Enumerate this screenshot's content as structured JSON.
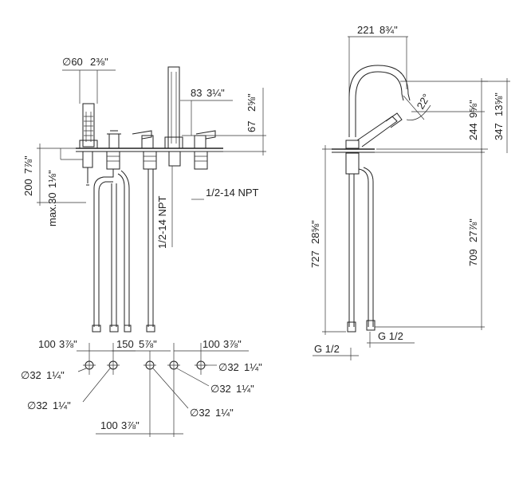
{
  "figure": {
    "front_view": {
      "dimensions": {
        "diameter_60": "∅60",
        "diameter_60_in": "2⅜\"",
        "d83": "83",
        "d83_in": "3¼\"",
        "d67": "67",
        "d67_in": "2⅝\"",
        "d200": "200",
        "d200_in": "7⅞\"",
        "max30": "max.30",
        "max30_in": "1⅛\"",
        "npt_vertical": "1/2-14 NPT",
        "npt_horizontal": "1/2-14 NPT"
      }
    },
    "side_view": {
      "dimensions": {
        "d221": "221",
        "d221_in": "8¾\"",
        "angle": "22°",
        "d244": "244",
        "d244_in": "9⅝\"",
        "d347": "347",
        "d347_in": "13⅝\"",
        "d727": "727",
        "d727_in": "28⅝\"",
        "d709": "709",
        "d709_in": "27⅞\"",
        "g_left": "G 1/2",
        "g_right": "G 1/2"
      }
    },
    "plan_view": {
      "spacing": {
        "s100_left": "100",
        "s100_left_in": "3⅞\"",
        "s150": "150",
        "s150_in": "5⅞\"",
        "s100_right": "100",
        "s100_right_in": "3⅞\"",
        "s100_bottom": "100",
        "s100_bottom_in": "3⅞\""
      },
      "holes": {
        "h_top_left": "∅32",
        "h_top_left_in": "1¼\"",
        "h_bottom_left": "∅32",
        "h_bottom_left_in": "1¼\"",
        "h_center": "∅32",
        "h_center_in": "1¼\"",
        "h_mid_right": "∅32",
        "h_mid_right_in": "1¼\"",
        "h_top_right": "∅32",
        "h_top_right_in": "1¼\""
      }
    }
  }
}
